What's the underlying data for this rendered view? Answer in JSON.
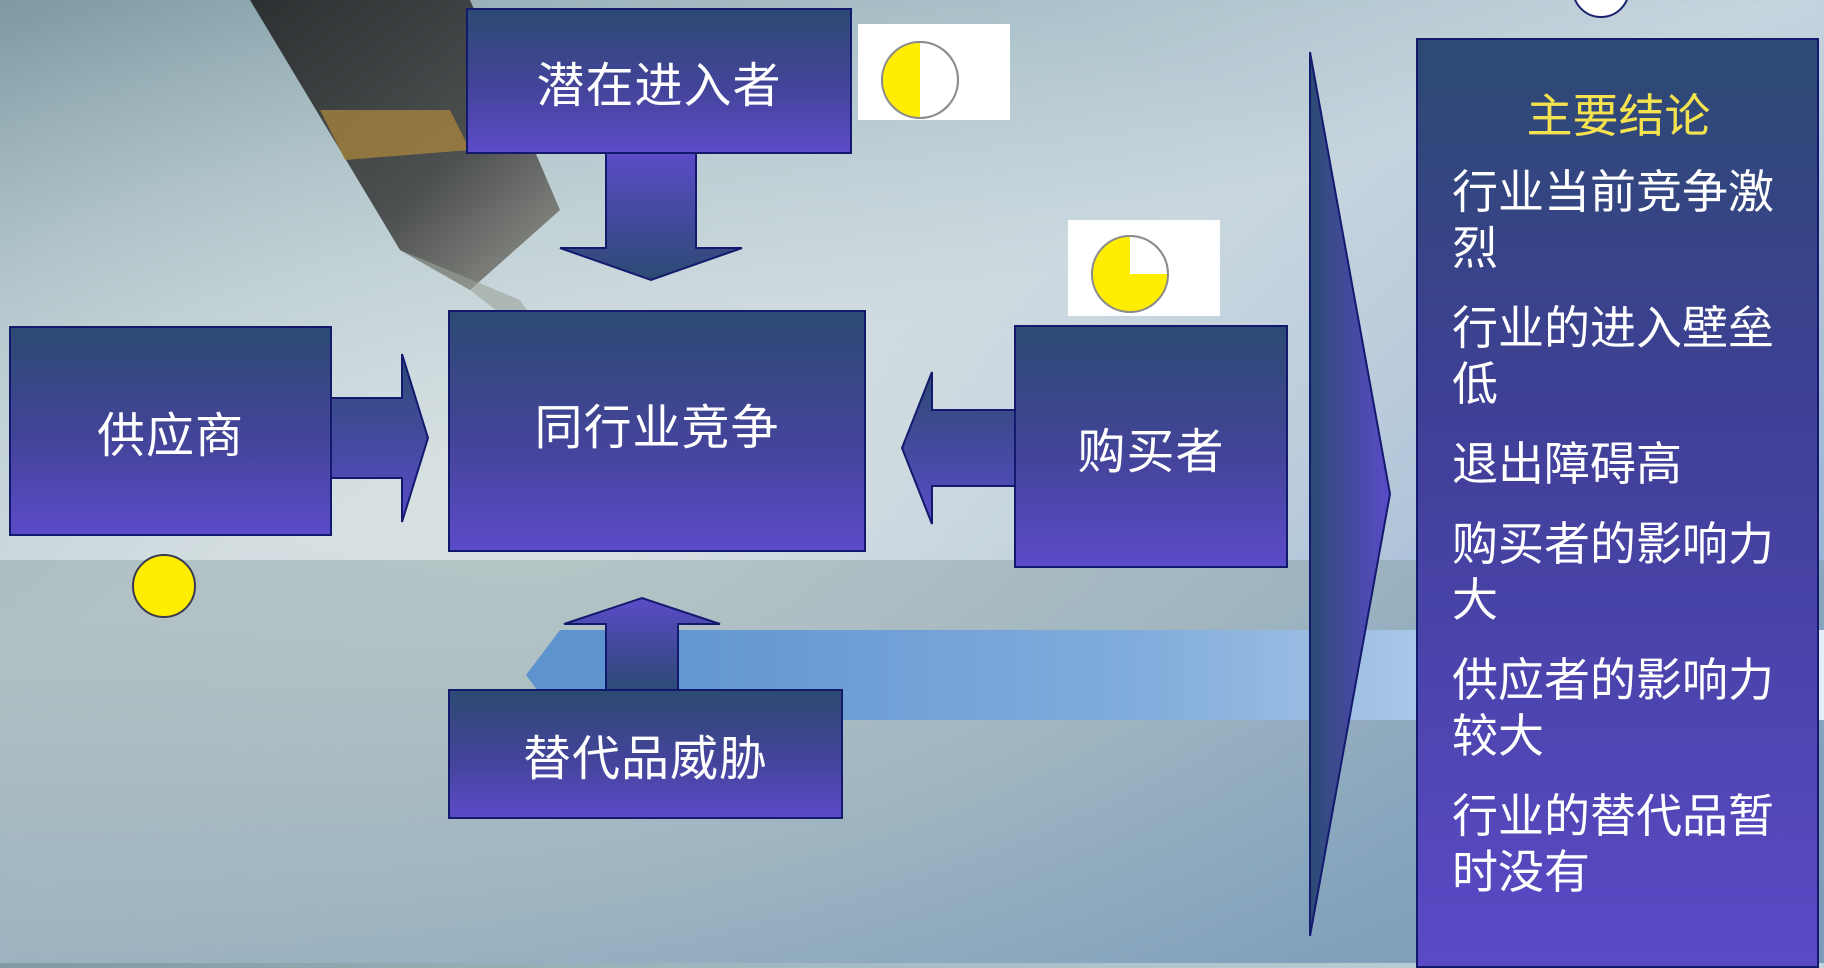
{
  "diagram": {
    "boxes": {
      "entrants": "潜在进入者",
      "rivalry": "同行业竞争",
      "supplier": "供应商",
      "buyer": "购买者",
      "substitutes": "替代品威胁"
    },
    "ratings": {
      "entrants": 0.5,
      "buyer": 0.75,
      "supplier": 1.0
    }
  },
  "conclusions": {
    "title": "主要结论",
    "items": [
      "行业当前竞争激烈",
      "行业的进入壁垒低",
      "退出障碍高",
      "购买者的影响力大",
      "供应者的影响力较大",
      "行业的替代品暂时没有"
    ]
  },
  "colors": {
    "box_top": "#2c4a73",
    "box_bottom": "#5b4bc8",
    "border": "#131a6e",
    "title_yellow": "#f4e24e",
    "rating_yellow": "#ffee00"
  }
}
